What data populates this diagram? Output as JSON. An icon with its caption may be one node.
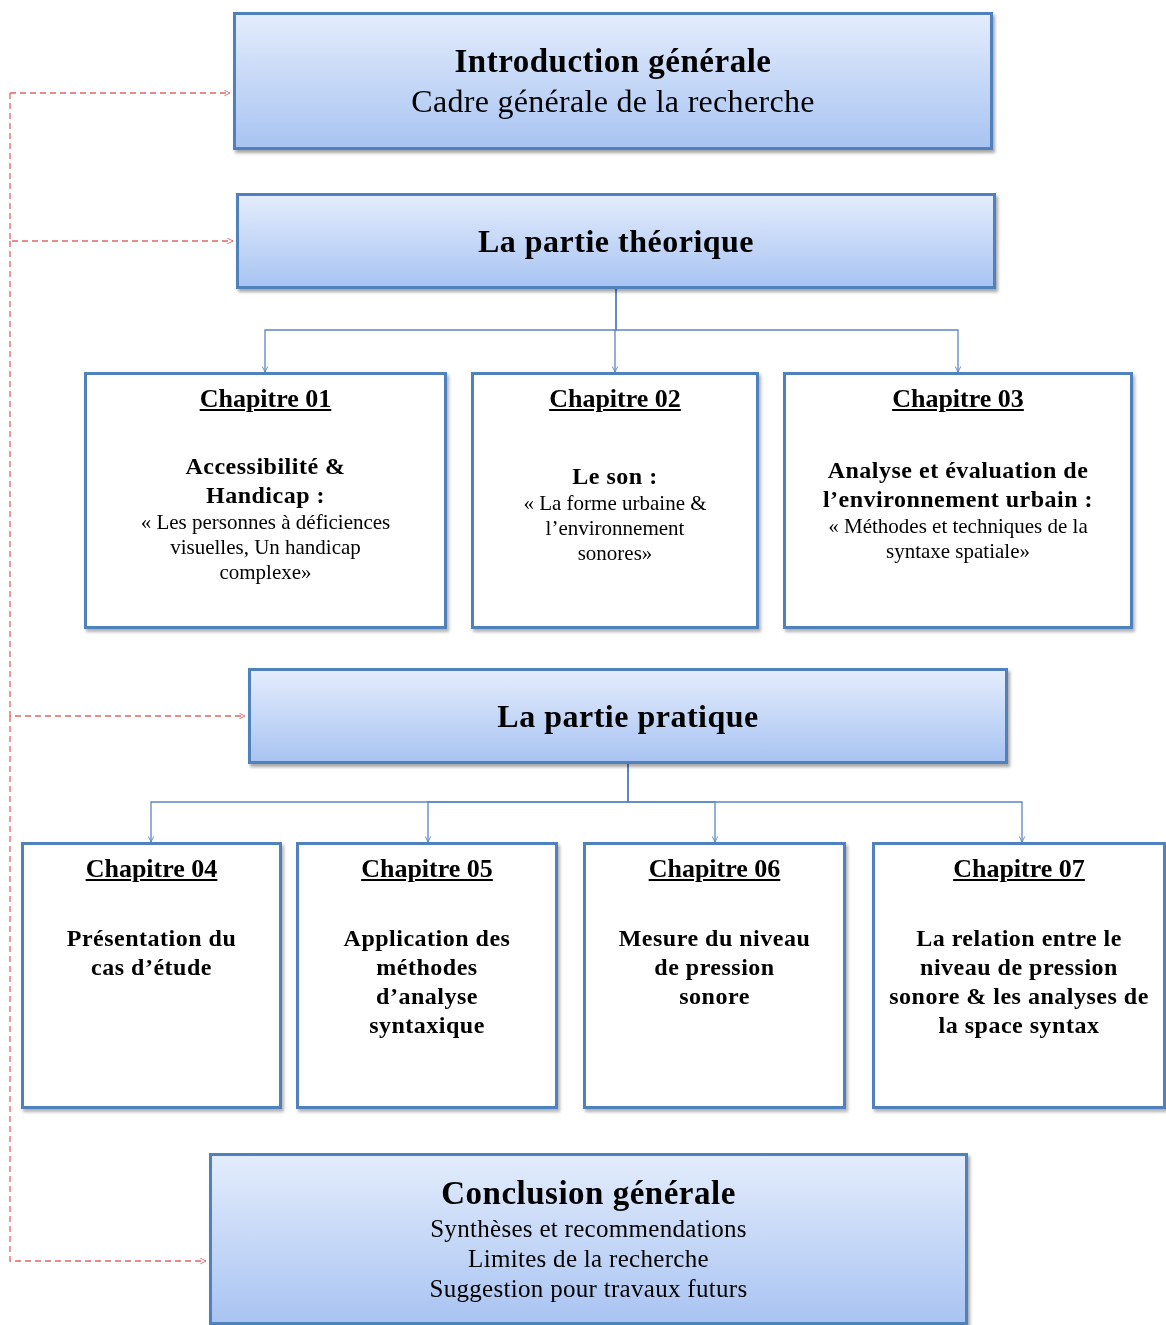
{
  "diagram": {
    "nodes": [
      {
        "text": [
          "Introduction générale",
          "Cadre générale de la recherche"
        ]
      },
      {
        "text": [
          "La partie théorique"
        ]
      },
      {
        "text": [
          "Chapitre 01",
          "Accessibilité & Handicap :",
          "« Les personnes à déficiences visuelles, Un handicap complexe»"
        ]
      },
      {
        "text": [
          "Chapitre 02",
          "Le son :",
          "« La forme urbaine & l’environnement sonores»"
        ]
      },
      {
        "text": [
          "Chapitre 03",
          "Analyse et évaluation de l’environnement urbain :",
          "« Méthodes et techniques de la syntaxe spatiale»"
        ]
      },
      {
        "text": [
          "La partie pratique"
        ]
      },
      {
        "text": [
          "Chapitre 04",
          "Présentation du cas d’étude"
        ]
      },
      {
        "text": [
          "Chapitre 05",
          "Application des méthodes d’analyse syntaxique"
        ]
      },
      {
        "text": [
          "Chapitre 06",
          "Mesure du niveau de pression sonore"
        ]
      },
      {
        "text": [
          "Chapitre 07",
          "La relation entre le niveau de pression sonore & les analyses de la space syntax"
        ]
      },
      {
        "text": [
          "Conclusion générale",
          "Synthèses et recommendations",
          "Limites de la recherche",
          "Suggestion pour travaux futurs"
        ]
      }
    ],
    "edges": [
      {
        "from": 1,
        "to": 2,
        "arrow": "to"
      },
      {
        "from": 1,
        "to": 3,
        "arrow": "to"
      },
      {
        "from": 1,
        "to": 4,
        "arrow": "to"
      },
      {
        "from": 5,
        "to": 6,
        "arrow": "to"
      },
      {
        "from": 5,
        "to": 7,
        "arrow": "to"
      },
      {
        "from": 5,
        "to": 8,
        "arrow": "to"
      },
      {
        "from": 5,
        "to": 9,
        "arrow": "to"
      },
      {
        "from": null,
        "to": 0,
        "arrow": "to",
        "style": "dashed",
        "color": "#e06666"
      },
      {
        "from": null,
        "to": 1,
        "arrow": "to",
        "style": "dashed",
        "color": "#e06666"
      },
      {
        "from": null,
        "to": 5,
        "arrow": "to",
        "style": "dashed",
        "color": "#e06666"
      },
      {
        "from": null,
        "to": 10,
        "arrow": "to",
        "style": "dashed",
        "color": "#e06666"
      }
    ]
  }
}
